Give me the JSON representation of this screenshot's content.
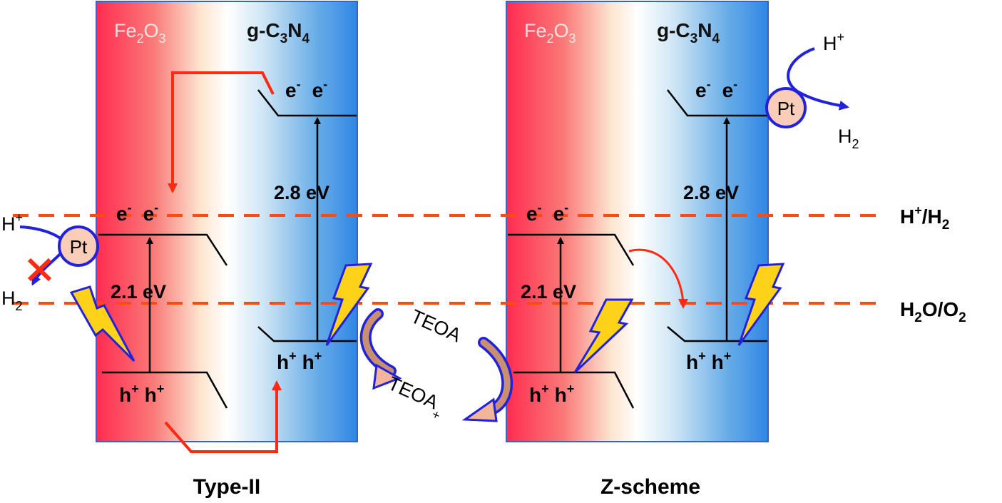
{
  "panels": {
    "type2": {
      "caption": "Type-II",
      "left_material": {
        "base": "Fe",
        "sub1": "2",
        "mid": "O",
        "sub2": "3"
      },
      "right_material": {
        "base": "g-C",
        "sub1": "3",
        "mid": "N",
        "sub2": "4"
      },
      "fe2o3_bandgap": "2.1 eV",
      "c3n4_bandgap": "2.8 eV",
      "electron": "e",
      "electron_sup": "-",
      "hole": "h",
      "hole_sup": "+",
      "catalyst": "Pt",
      "proton": "H",
      "proton_sup": "+",
      "hydrogen": "H",
      "hydrogen_sub": "2"
    },
    "zscheme": {
      "caption": "Z-scheme",
      "left_material": {
        "base": "Fe",
        "sub1": "2",
        "mid": "O",
        "sub2": "3"
      },
      "right_material": {
        "base": "g-C",
        "sub1": "3",
        "mid": "N",
        "sub2": "4"
      },
      "fe2o3_bandgap": "2.1 eV",
      "c3n4_bandgap": "2.8 eV",
      "electron": "e",
      "electron_sup": "-",
      "hole": "h",
      "hole_sup": "+",
      "catalyst": "Pt",
      "proton": "H",
      "proton_sup": "+",
      "hydrogen": "H",
      "hydrogen_sub": "2"
    }
  },
  "sacrificial": {
    "reagent": "TEOA",
    "oxidized": "TEOA",
    "oxidized_sup": "+"
  },
  "levels": {
    "h2": {
      "base": "H",
      "sup": "+",
      "rest": "/H",
      "sub": "2"
    },
    "o2": {
      "base": "H",
      "sub1": "2",
      "mid": "O/O",
      "sub2": "2"
    }
  },
  "colors": {
    "fe2o3": "#ff2a4a",
    "c3n4": "#3a8ee6",
    "red_arrow": "#ff2a12",
    "blue_arrow": "#2222dd",
    "dash": "#ff4a12",
    "pt_fill": "#f9cdb8",
    "bolt": "#ffd21a"
  }
}
